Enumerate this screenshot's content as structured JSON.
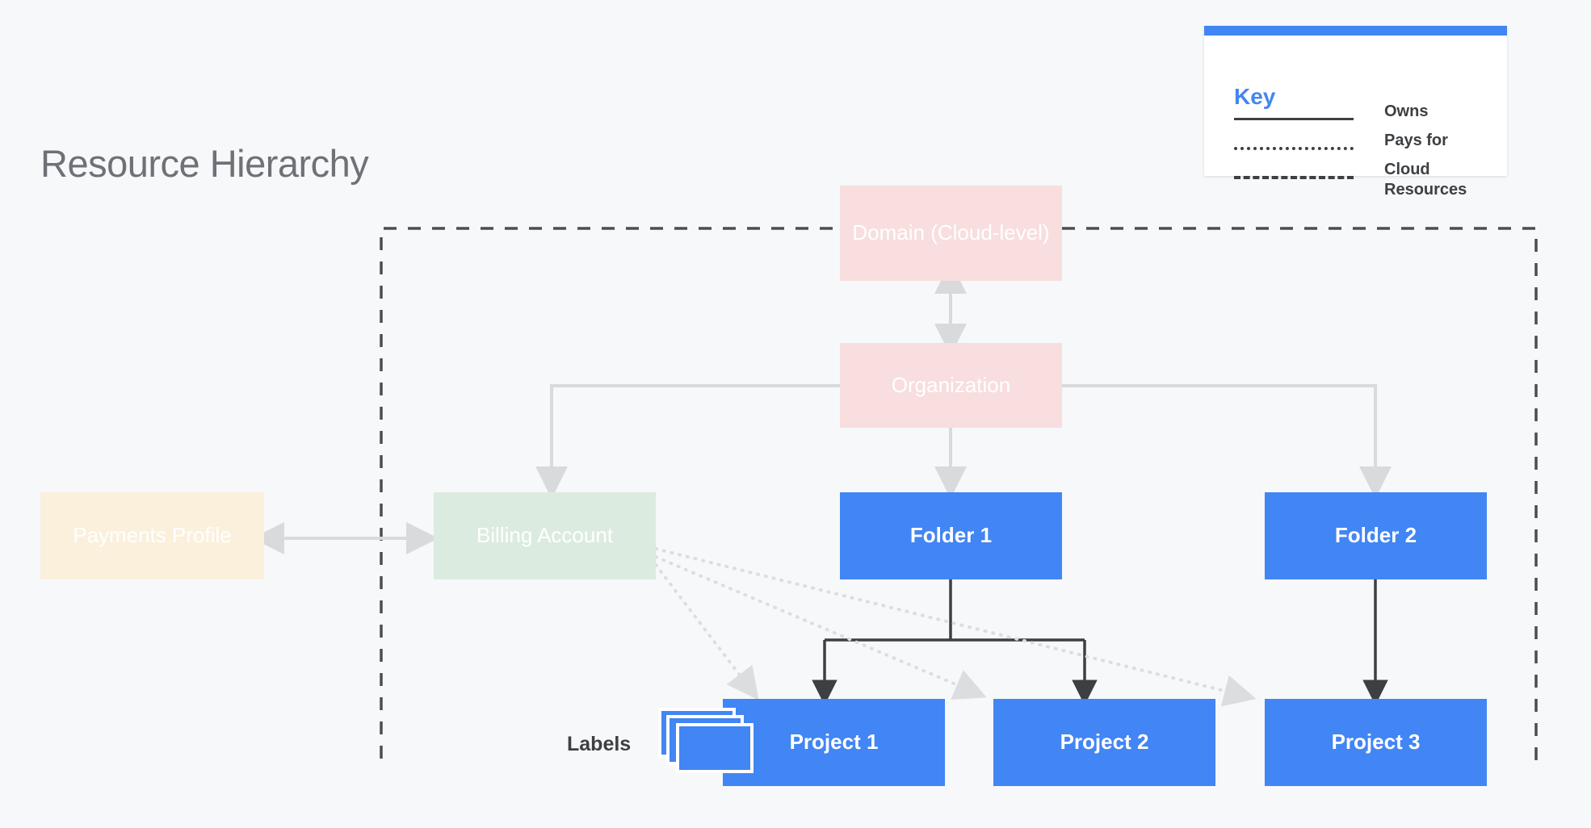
{
  "page": {
    "title": "Resource Hierarchy",
    "background_color": "#F6F8FA"
  },
  "colors": {
    "blue": "#4285F4",
    "pink": "#F8DEDE",
    "cream": "#FAF0DC",
    "green": "#DCEBE0",
    "connector_gray": "#D8DADC",
    "connector_dark": "#3C4043",
    "title_gray": "#6E7276"
  },
  "key": {
    "title": "Key",
    "accent_color": "#4285F4",
    "rows": [
      {
        "style": "solid",
        "label": "Owns"
      },
      {
        "style": "dotted",
        "label": "Pays for"
      },
      {
        "style": "dashed",
        "label": "Cloud Resources"
      }
    ]
  },
  "nodes": {
    "domain": {
      "label": "Domain (Cloud-level)",
      "color": "pink"
    },
    "organization": {
      "label": "Organization",
      "color": "pink"
    },
    "payments_profile": {
      "label": "Payments Profile",
      "color": "cream"
    },
    "billing_account": {
      "label": "Billing Account",
      "color": "green"
    },
    "folder1": {
      "label": "Folder 1",
      "color": "blue"
    },
    "folder2": {
      "label": "Folder 2",
      "color": "blue"
    },
    "project1": {
      "label": "Project 1",
      "color": "blue"
    },
    "project2": {
      "label": "Project 2",
      "color": "blue"
    },
    "project3": {
      "label": "Project 3",
      "color": "blue"
    }
  },
  "labels_group": {
    "text": "Labels",
    "icon": "stacked-cards-icon",
    "card_count": 3
  },
  "edges": [
    {
      "from": "domain",
      "to": "organization",
      "style": "owns",
      "arrow": "both"
    },
    {
      "from": "organization",
      "to": "billing_account",
      "style": "owns",
      "arrow": "end"
    },
    {
      "from": "organization",
      "to": "folder1",
      "style": "owns",
      "arrow": "end"
    },
    {
      "from": "organization",
      "to": "folder2",
      "style": "owns",
      "arrow": "end"
    },
    {
      "from": "payments_profile",
      "to": "billing_account",
      "style": "owns",
      "arrow": "both"
    },
    {
      "from": "folder1",
      "to": "project1",
      "style": "owns",
      "arrow": "end"
    },
    {
      "from": "folder1",
      "to": "project2",
      "style": "owns",
      "arrow": "end"
    },
    {
      "from": "folder2",
      "to": "project3",
      "style": "owns",
      "arrow": "end"
    },
    {
      "from": "billing_account",
      "to": "project1",
      "style": "pays-for",
      "arrow": "end"
    },
    {
      "from": "billing_account",
      "to": "project2",
      "style": "pays-for",
      "arrow": "end"
    },
    {
      "from": "billing_account",
      "to": "project3",
      "style": "pays-for",
      "arrow": "end"
    }
  ],
  "cloud_boundary": {
    "style": "dashed",
    "label": "Cloud Resources"
  }
}
